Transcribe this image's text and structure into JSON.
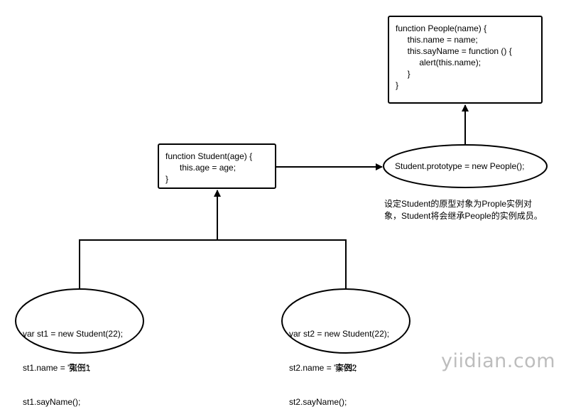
{
  "people_box": {
    "lines": [
      "function People(name) {",
      "     this.name = name;",
      "     this.sayName = function () {",
      "          alert(this.name);",
      "     }",
      "}"
    ]
  },
  "student_box": {
    "lines": [
      "function Student(age) {",
      "      this.age = age;",
      "}"
    ]
  },
  "prototype_ellipse": {
    "text": "Student.prototype = new People();"
  },
  "note": {
    "line1": "设定Student的原型对象为Prople实例对",
    "line2": "象，Student将会继承People的实例成员。"
  },
  "instance1": {
    "lines": [
      "var st1 = new Student(22);",
      "st1.name = '张三';",
      "st1.sayName();"
    ],
    "label": "实例1"
  },
  "instance2": {
    "lines": [
      "var st2 = new Student(22);",
      "st2.name = '李四';",
      "st2.sayName();"
    ],
    "label": "实例2"
  },
  "watermark": "yiidian.com"
}
